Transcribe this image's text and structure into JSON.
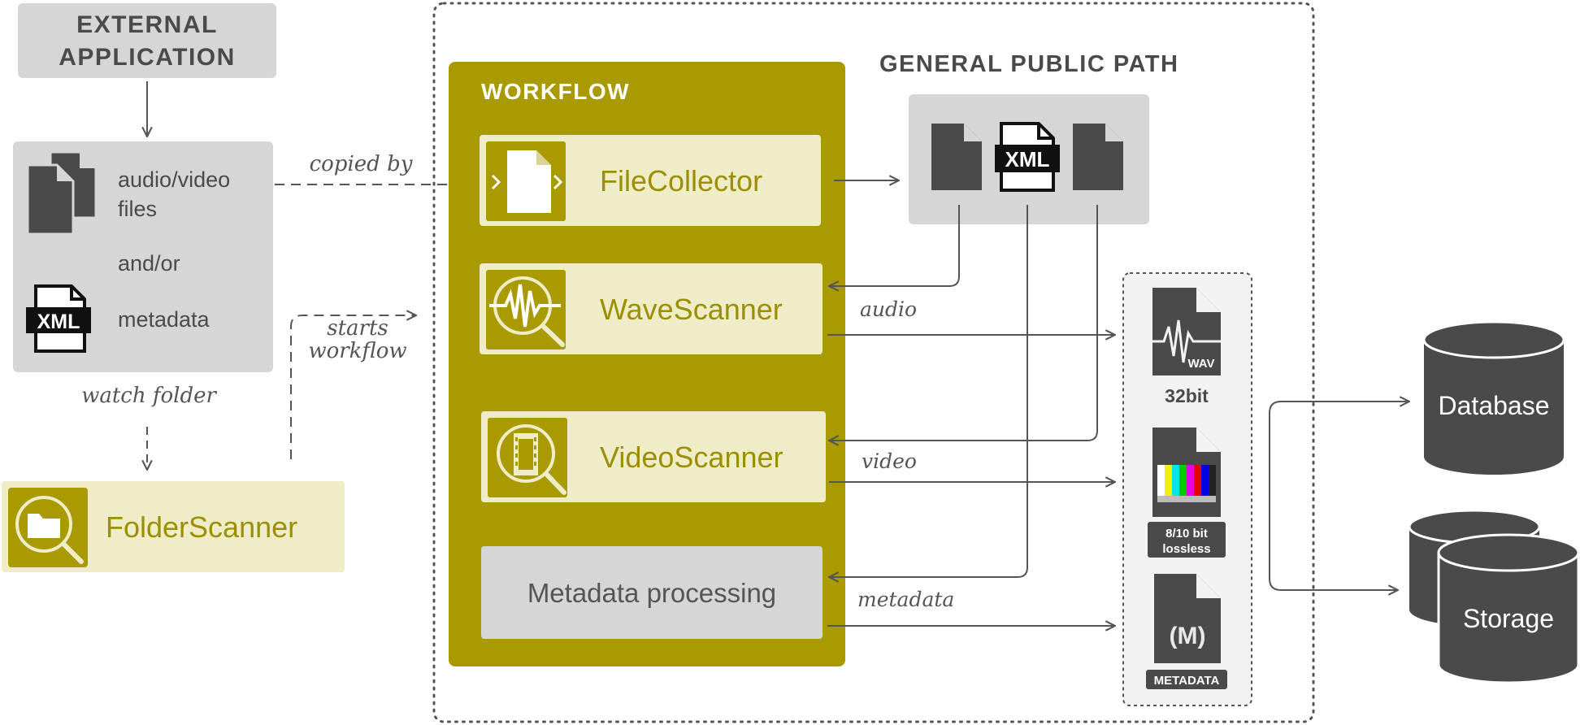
{
  "external_app": {
    "line1": "EXTERNAL",
    "line2": "APPLICATION"
  },
  "source": {
    "files_line1": "audio/video",
    "files_line2": "files",
    "andor": "and/or",
    "metadata": "metadata",
    "xml_tag": "XML"
  },
  "folder_scanner": {
    "label": "FolderScanner"
  },
  "edge_labels": {
    "copied_by": "copied by",
    "starts": "starts",
    "workflow": "workflow",
    "watch_folder": "watch folder",
    "audio": "audio",
    "video": "video",
    "metadata": "metadata"
  },
  "workflow": {
    "title": "WORKFLOW",
    "file_collector": "FileCollector",
    "wave_scanner": "WaveScanner",
    "video_scanner": "VideoScanner",
    "metadata_processing": "Metadata processing"
  },
  "gpp": {
    "title": "GENERAL PUBLIC PATH",
    "xml_tag": "XML"
  },
  "outputs": {
    "wav_tag": "WAV",
    "wav_caption": "32bit",
    "video_caption_line1": "8/10 bit",
    "video_caption_line2": "lossless",
    "meta_symbol": "(M)",
    "meta_caption": "METADATA"
  },
  "stores": {
    "database": "Database",
    "storage": "Storage"
  },
  "colors": {
    "olive": "#a89a00",
    "olive_text": "#9b8f00",
    "pale_olive": "#efecc8",
    "light_gray": "#d6d6d6",
    "dark_gray": "#4a4a4a",
    "line": "#555555"
  }
}
